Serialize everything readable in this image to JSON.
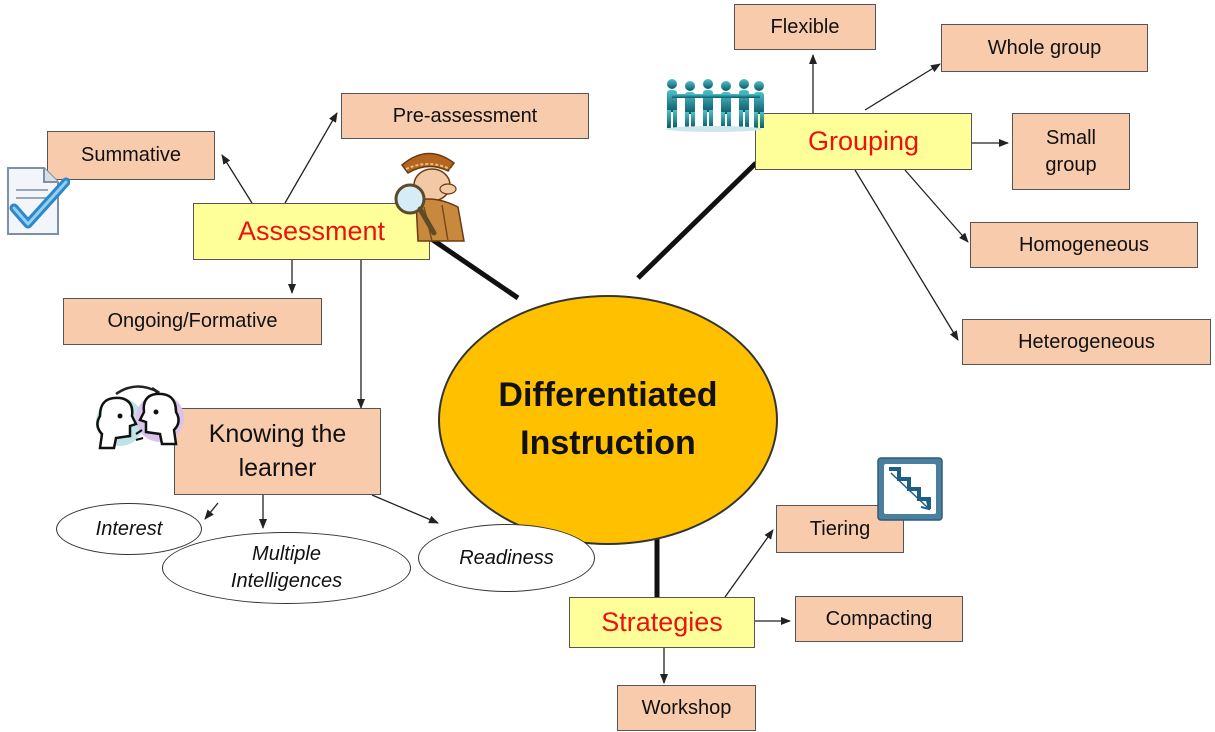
{
  "center": {
    "line1": "Differentiated",
    "line2": "Instruction"
  },
  "branches": {
    "assessment": {
      "label": "Assessment",
      "items": [
        "Summative",
        "Pre-assessment",
        "Ongoing/Formative"
      ]
    },
    "knowing": {
      "line1": "Knowing the",
      "line2": "learner",
      "items": {
        "interest": "Interest",
        "mi1": "Multiple",
        "mi2": "Intelligences",
        "readiness": "Readiness"
      }
    },
    "grouping": {
      "label": "Grouping",
      "items": {
        "flexible": "Flexible",
        "whole": "Whole group",
        "small1": "Small",
        "small2": "group",
        "homogeneous": "Homogeneous",
        "heterogeneous": "Heterogeneous"
      }
    },
    "strategies": {
      "label": "Strategies",
      "items": [
        "Tiering",
        "Compacting",
        "Workshop"
      ]
    }
  },
  "colors": {
    "category_fill": "#ffff99",
    "category_text": "#ee1111",
    "item_fill": "#f8cbad",
    "center_fill": "#ffc000"
  },
  "icons": [
    "checklist-icon",
    "detective-icon",
    "people-chain-icon",
    "conversation-heads-icon",
    "stairs-icon"
  ]
}
